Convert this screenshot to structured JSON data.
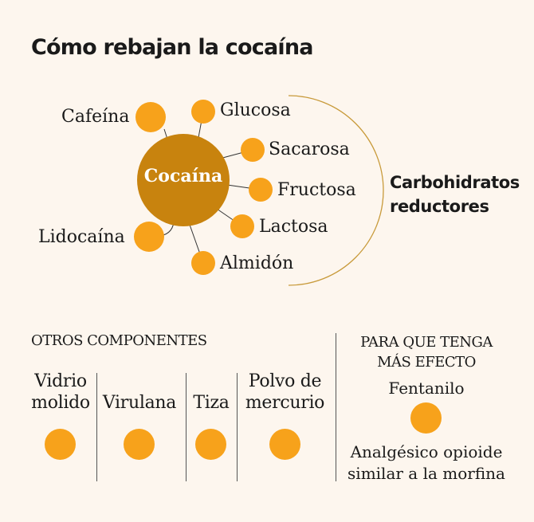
{
  "title": "Cómo rebajan la cocaína",
  "center": "Cocaína",
  "additives_left": [
    "Cafeína",
    "Lidocaína"
  ],
  "carbohydrates": [
    "Glucosa",
    "Sacarosa",
    "Fructosa",
    "Lactosa",
    "Almidón"
  ],
  "carbohydrates_group": [
    "Carbohidratos",
    "reductores"
  ],
  "other": {
    "heading": "OTROS COMPONENTES",
    "items": [
      [
        "Vidrio",
        "molido"
      ],
      [
        "Virulana"
      ],
      [
        "Tiza"
      ],
      [
        "Polvo de",
        "mercurio"
      ]
    ]
  },
  "effect": {
    "heading": [
      "PARA QUE TENGA",
      "MÁS EFECTO"
    ],
    "item": "Fentanilo",
    "description": [
      "Analgésico opioide",
      "similar a la morfina"
    ]
  },
  "colors": {
    "center": "#c8830e",
    "dot": "#f7a21b",
    "background": "#fdf6ee",
    "line": "#333333",
    "arc": "#c89a3a"
  }
}
